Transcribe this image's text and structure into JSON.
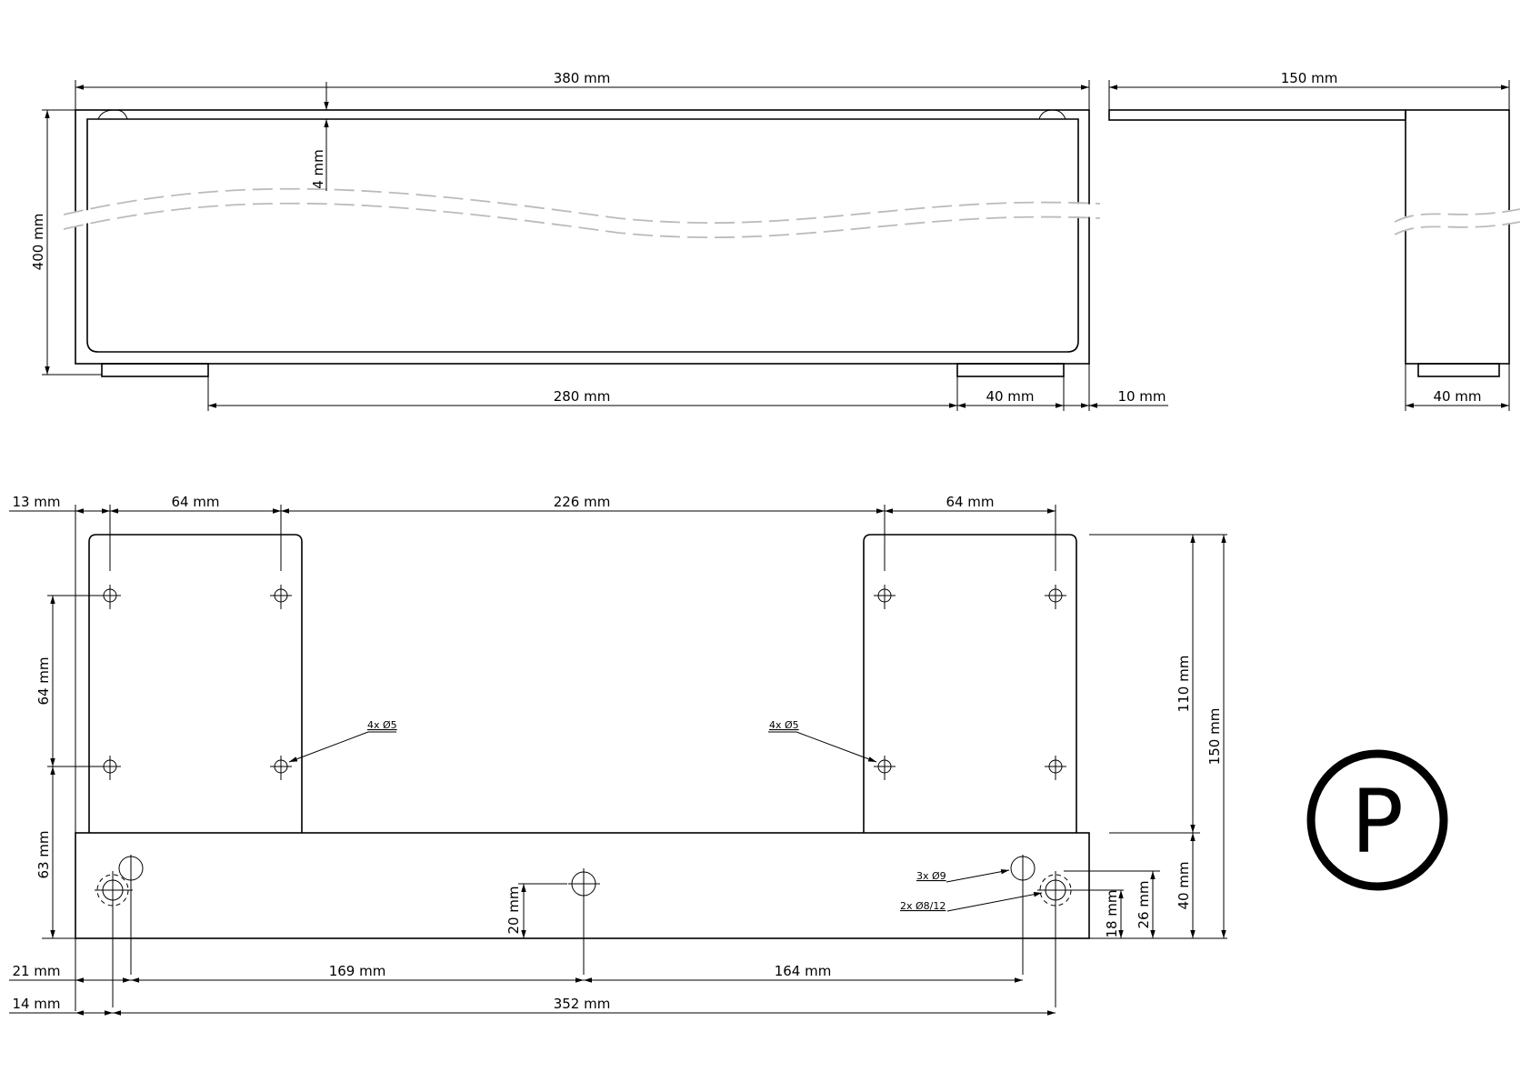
{
  "top_view": {
    "width": "380 mm",
    "height": "400 mm",
    "thickness": "4 mm",
    "foot_span": "280 mm",
    "foot_width": "40 mm",
    "edge_offset": "10 mm"
  },
  "side_view": {
    "depth": "150 mm",
    "foot_width": "40 mm"
  },
  "plate_view": {
    "left_offset": "13 mm",
    "hole_pitch_left": "64 mm",
    "hole_gap": "226 mm",
    "hole_pitch_right": "64 mm",
    "vertical_pitch": "64 mm",
    "lower_height": "63 mm",
    "plate_height": "110 mm",
    "total_height": "150 mm",
    "base_height": "40 mm",
    "center_hole_height": "20 mm",
    "slot_height": "26 mm",
    "slot_low": "18 mm",
    "hole_label_left": "4x Ø5",
    "hole_label_right": "4x Ø5",
    "hole_label_9": "3x Ø9",
    "hole_label_8": "2x Ø8/12",
    "row1_offset": "21 mm",
    "row1_a": "169 mm",
    "row1_b": "164 mm",
    "row2_offset": "14 mm",
    "row2_span": "352 mm"
  },
  "logo": {
    "letter": "P"
  }
}
